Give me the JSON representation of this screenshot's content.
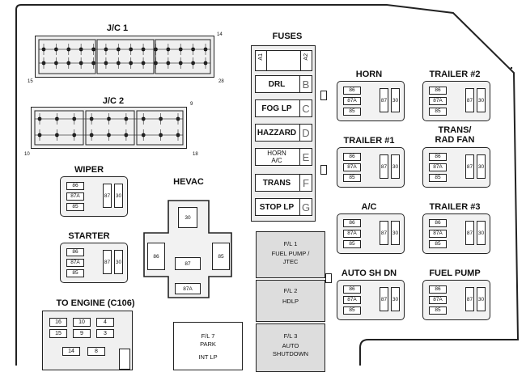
{
  "diagram": {
    "connectors": [
      {
        "title": "J/C 1",
        "pin_top_right": "14",
        "pin_bottom_left": "15",
        "pin_bottom_right": "28"
      },
      {
        "title": "J/C 2",
        "pin_top_right": "9",
        "pin_bottom_left": "10",
        "pin_bottom_right": "18"
      }
    ],
    "fuses": {
      "title": "FUSES",
      "slots": [
        {
          "label": "",
          "letter": "",
          "left_tag": "A1",
          "right_tag": "A2"
        },
        {
          "label": "DRL",
          "letter": "B"
        },
        {
          "label": "FOG LP",
          "letter": "C"
        },
        {
          "label": "HAZZARD",
          "letter": "D"
        },
        {
          "label": "HORN",
          "label2": "A/C",
          "letter": "E"
        },
        {
          "label": "TRANS",
          "letter": "F"
        },
        {
          "label": "STOP LP",
          "letter": "G"
        }
      ]
    },
    "relays": [
      {
        "title": "WIPER",
        "title2": "",
        "pins": [
          "86",
          "87A",
          "85",
          "87",
          "30"
        ]
      },
      {
        "title": "STARTER",
        "title2": "",
        "pins": [
          "86",
          "87A",
          "85",
          "87",
          "30"
        ]
      },
      {
        "title": "HORN",
        "title2": "",
        "pins": [
          "86",
          "87A",
          "85",
          "87",
          "30"
        ]
      },
      {
        "title": "TRAILER #2",
        "title2": "",
        "pins": [
          "86",
          "87A",
          "85",
          "87",
          "30"
        ]
      },
      {
        "title": "TRAILER #1",
        "title2": "",
        "pins": [
          "86",
          "87A",
          "85",
          "87",
          "30"
        ]
      },
      {
        "title": "TRANS/",
        "title2": "RAD FAN",
        "pins": [
          "86",
          "87A",
          "85",
          "87",
          "30"
        ]
      },
      {
        "title": "A/C",
        "title2": "",
        "pins": [
          "86",
          "87A",
          "85",
          "87",
          "30"
        ]
      },
      {
        "title": "TRAILER #3",
        "title2": "",
        "pins": [
          "86",
          "87A",
          "85",
          "87",
          "30"
        ]
      },
      {
        "title": "AUTO SH DN",
        "title2": "",
        "pins": [
          "86",
          "87A",
          "85",
          "87",
          "30"
        ]
      },
      {
        "title": "FUEL PUMP",
        "title2": "",
        "pins": [
          "86",
          "87A",
          "85",
          "87",
          "30"
        ]
      }
    ],
    "hevac": {
      "title": "HEVAC",
      "pins": [
        "30",
        "86",
        "87",
        "85",
        "87A"
      ]
    },
    "fusible_links": [
      {
        "line1": "F/L  1",
        "line2": "FUEL PUMP /",
        "line3": "JTEC"
      },
      {
        "line1": "F/L  2",
        "line2": "HDLP",
        "line3": ""
      },
      {
        "line1": "F/L  3",
        "line2": "AUTO",
        "line3": "SHUTDOWN"
      },
      {
        "line1": "F/L  7",
        "line2": "PARK",
        "line3": "INT LP"
      }
    ],
    "engine_connector": {
      "title": "TO ENGINE (C106)",
      "rows": [
        [
          "16",
          "10",
          "4"
        ],
        [
          "15",
          "9",
          "3"
        ],
        [
          "14",
          "8"
        ]
      ]
    }
  }
}
